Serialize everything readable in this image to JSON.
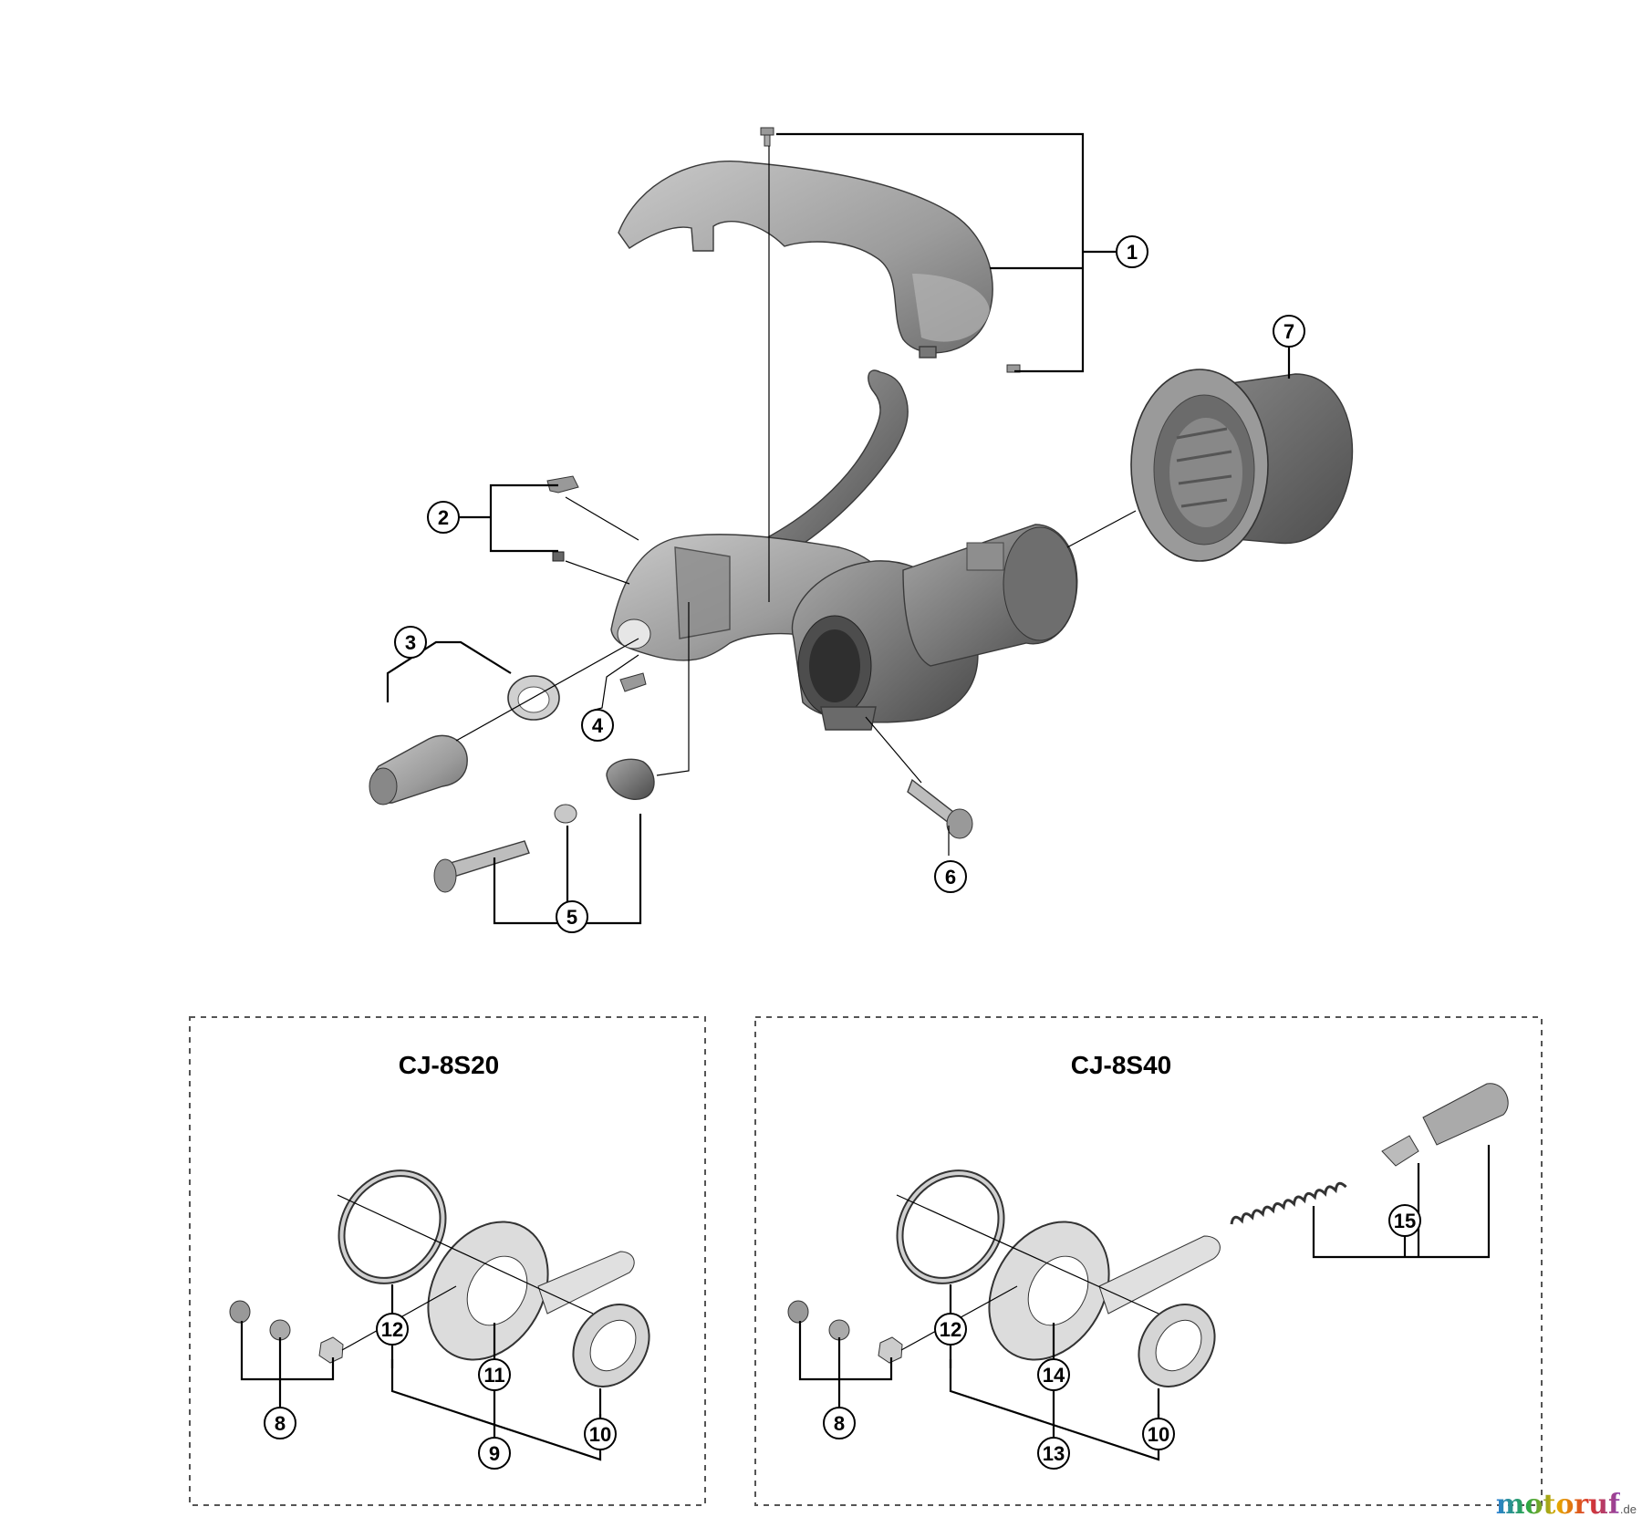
{
  "panels": {
    "left_title": "CJ-8S20",
    "right_title": "CJ-8S40"
  },
  "callouts": {
    "c1": "1",
    "c2": "2",
    "c3": "3",
    "c4": "4",
    "c5": "5",
    "c6": "6",
    "c7": "7",
    "c8a": "8",
    "c9": "9",
    "c10a": "10",
    "c11": "11",
    "c12a": "12",
    "c8b": "8",
    "c13": "13",
    "c10b": "10",
    "c14": "14",
    "c12b": "12",
    "c15": "15"
  },
  "watermark": {
    "text": "motoruf",
    "suffix": ".de"
  }
}
